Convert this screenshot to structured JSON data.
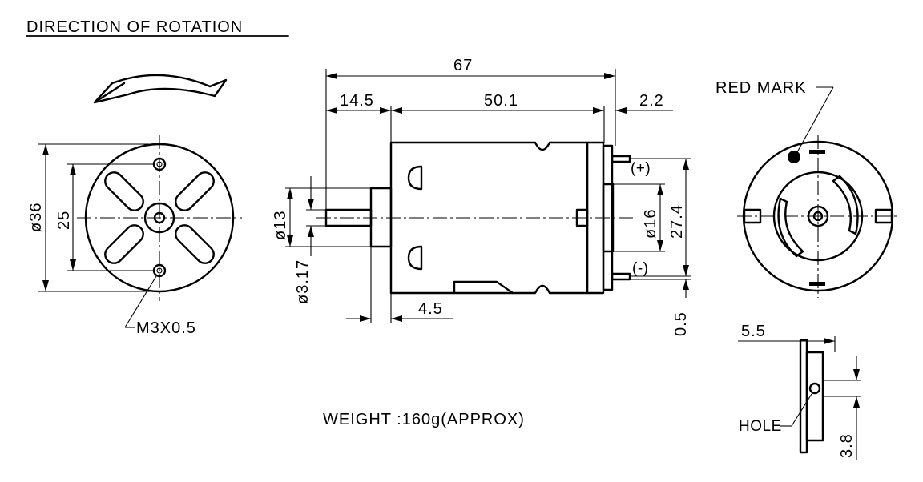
{
  "title": "DIRECTION OF ROTATION",
  "dimensions": {
    "overall_length": "67",
    "shaft_extension": "14.5",
    "body_length": "50.1",
    "endcap_thickness": "2.2",
    "front_diameter": "ø36",
    "mount_hole_spacing": "25",
    "boss_diameter": "ø13",
    "shaft_diameter": "ø3.17",
    "boss_length": "4.5",
    "rear_boss_diameter": "ø16",
    "terminal_spacing": "27.4",
    "terminal_thickness": "0.5",
    "terminal_length": "5.5",
    "terminal_width": "3.8"
  },
  "labels": {
    "mount_thread": "M3X0.5",
    "red_mark": "RED MARK",
    "terminal_plus": "(+)",
    "terminal_minus": "(-)",
    "hole": "HOLE",
    "weight": "WEIGHT :160g(APPROX)"
  },
  "colors": {
    "ink": "#000000",
    "background": "#ffffff"
  }
}
